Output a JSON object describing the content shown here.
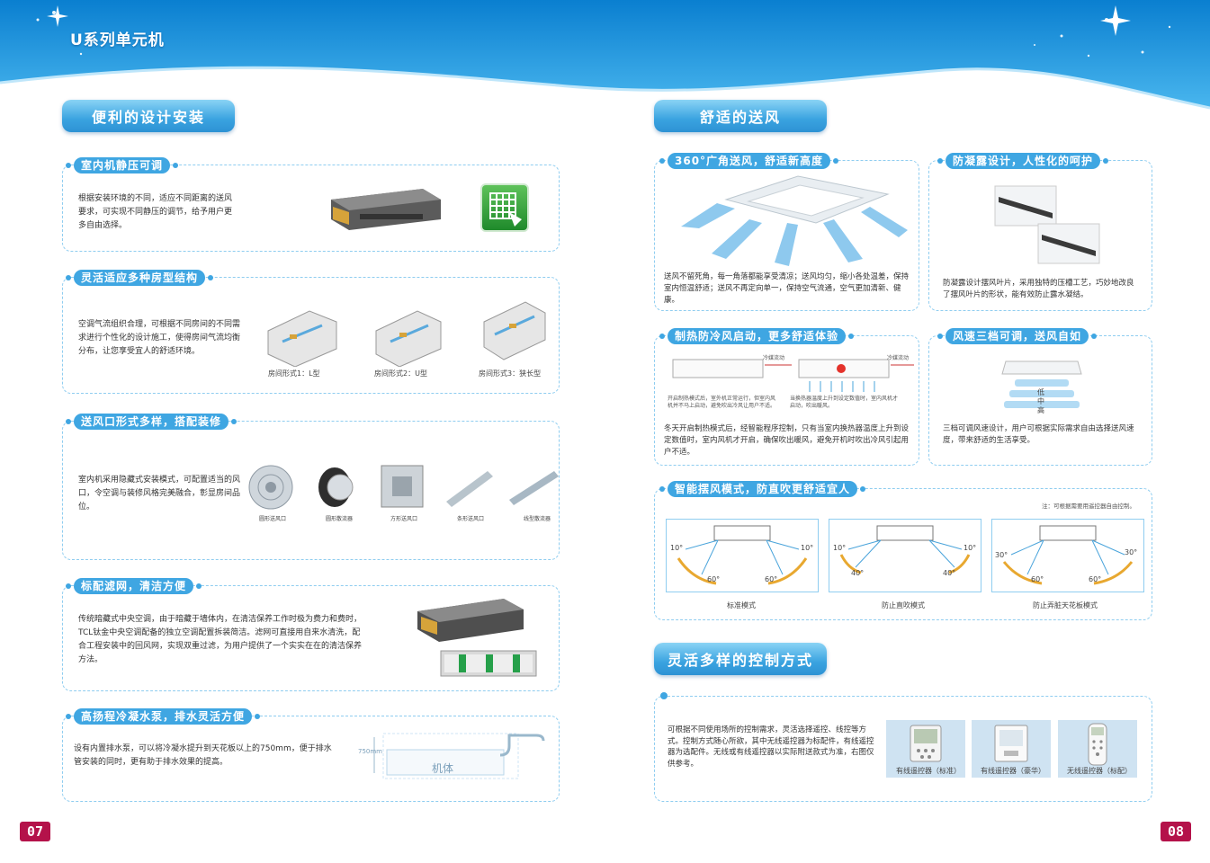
{
  "header": {
    "series_title": "U系列单元机"
  },
  "left": {
    "section_title": "便利的设计安装",
    "static_pressure": {
      "title": "室内机静压可调",
      "desc": "根据安装环境的不同，适应不同距离的送风要求，可实现不同静压的调节，给予用户更多自由选择。"
    },
    "room_types": {
      "title": "灵活适应多种房型结构",
      "desc": "空调气流组织合理，可根据不同房间的不同需求进行个性化的设计施工，使得房间气流均衡分布，让您享受宜人的舒适环境。",
      "captions": [
        "房间形式1：L型",
        "房间形式2：U型",
        "房间形式3：狭长型"
      ]
    },
    "outlets": {
      "title": "送风口形式多样，搭配装修",
      "desc": "室内机采用隐藏式安装模式，可配置适当的风口，令空调与装修风格完美融合，彰显房间品位。",
      "captions": [
        "圆形送风口",
        "圆形散流器",
        "方形送风口",
        "条形送风口",
        "线型散流器"
      ]
    },
    "filter": {
      "title": "标配滤网，清洁方便",
      "desc": "传统暗藏式中央空调，由于暗藏于墙体内，在清洁保养工作时极为费力和费时，TCL钛金中央空调配备的独立空调配置拆装简洁。滤网可直接用自来水清洗，配合工程安装中的回风网，实现双重过滤，为用户提供了一个实实在在的清洁保养方法。"
    },
    "pump": {
      "title": "高扬程冷凝水泵，排水灵活方便",
      "desc": "设有内置排水泵，可以将冷凝水提升到天花板以上的750mm，便于排水管安装的同时，更有助于排水效果的提高。",
      "height_label": "750mm",
      "unit_label": "机体"
    },
    "page_number": "07"
  },
  "right": {
    "section_title": "舒适的送风",
    "wide_angle": {
      "title": "360°广角送风，舒适新高度",
      "desc": "送风不留死角，每一角落都能享受清凉；送风均匀，缩小各处温差，保持室内恒温舒适；送风不再定向单一，保持空气流通，空气更加清新、健康。"
    },
    "anti_condensation": {
      "title": "防凝露设计，人性化的呵护",
      "desc": "防凝露设计摆风叶片，采用独特的压槽工艺，巧妙地改良了摆风叶片的形状，能有效防止露水凝结。"
    },
    "heating": {
      "title": "制热防冷风启动，更多舒适体验",
      "desc": "冬天开启制热模式后，经智能程序控制，只有当室内换热器温度上升到设定数值时，室内风机才开启，确保吹出暖风，避免开机时吹出冷风引起用户不适。",
      "flow_label_1": "冷媒流动",
      "flow_label_2": "冷媒流动",
      "note_1": "开启制热模式后，室外机正常运行，但室内风机并不马上启动，避免吹出冷风让用户不适。",
      "note_2": "当换热器温度上升到设定数值时，室内风机才启动，吹出暖风。"
    },
    "speed": {
      "title": "风速三档可调，送风自如",
      "desc": "三档可调风速设计，用户可根据实际需求自由选择送风速度，带来舒适的生活享受。",
      "levels": [
        "低",
        "中",
        "高"
      ]
    },
    "swing": {
      "title": "智能摆风模式，防直吹更舒适宜人",
      "note": "注：可根据需要用遥控器自由控制。",
      "modes": [
        {
          "name": "标准模式",
          "top": "10°",
          "bottom": "60°"
        },
        {
          "name": "防止直吹模式",
          "top": "10°",
          "bottom": "40°"
        },
        {
          "name": "防止弄脏天花板模式",
          "top": "30°",
          "bottom": "60°"
        }
      ]
    },
    "control_section_title": "灵活多样的控制方式",
    "control": {
      "desc": "可根据不同使用场所的控制需求，灵活选择遥控、线控等方式。控制方式随心所欲，其中无线遥控器为标配件，有线遥控器为选配件。无线或有线遥控器以实际附送款式为准，右图仅供参考。",
      "items": [
        "有线遥控器（标准）",
        "有线遥控器（豪华）",
        "无线遥控器（标配）"
      ]
    },
    "page_number": "08"
  },
  "colors": {
    "primary": "#3fa6e2",
    "accent": "#b4124a"
  }
}
